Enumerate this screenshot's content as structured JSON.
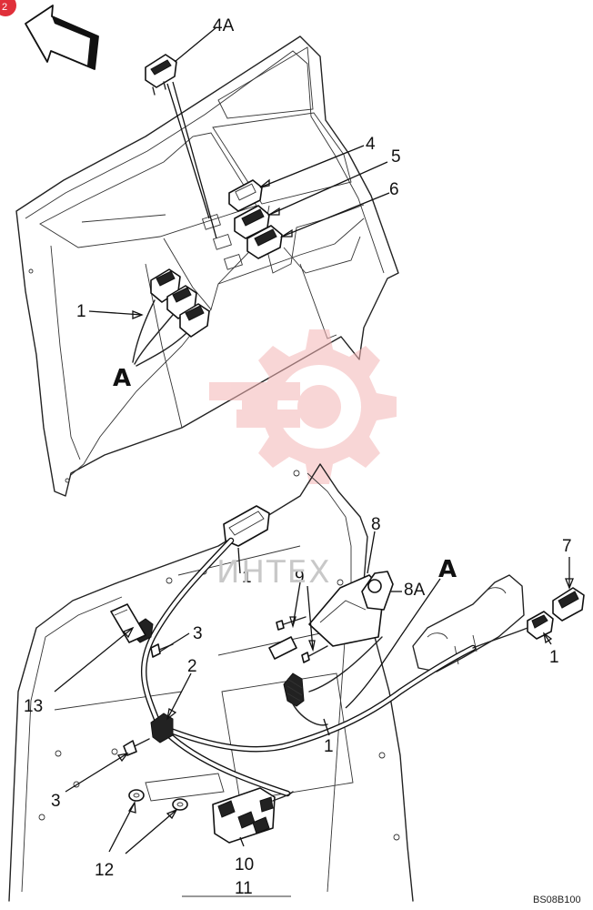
{
  "diagram": {
    "drawing_code": "BS08B100",
    "corner_badge": "2",
    "watermark_text": "ИНТЕХ",
    "callouts": {
      "c4A": "4A",
      "c4": "4",
      "c5": "5",
      "c6": "6",
      "c1_top": "1",
      "cA_left": "A",
      "c1_lamp": "1",
      "c8": "8",
      "c9": "9",
      "c8A": "8A",
      "cA_right": "A",
      "c7": "7",
      "c1_right": "1",
      "c3_top": "3",
      "c2": "2",
      "c13": "13",
      "c1_mid": "1",
      "c3_bottom": "3",
      "c12": "12",
      "c10": "10",
      "c11": "11"
    }
  },
  "colors": {
    "badge": "#e0303a",
    "watermark_gear": "#f4b5b5",
    "line": "#222222"
  }
}
